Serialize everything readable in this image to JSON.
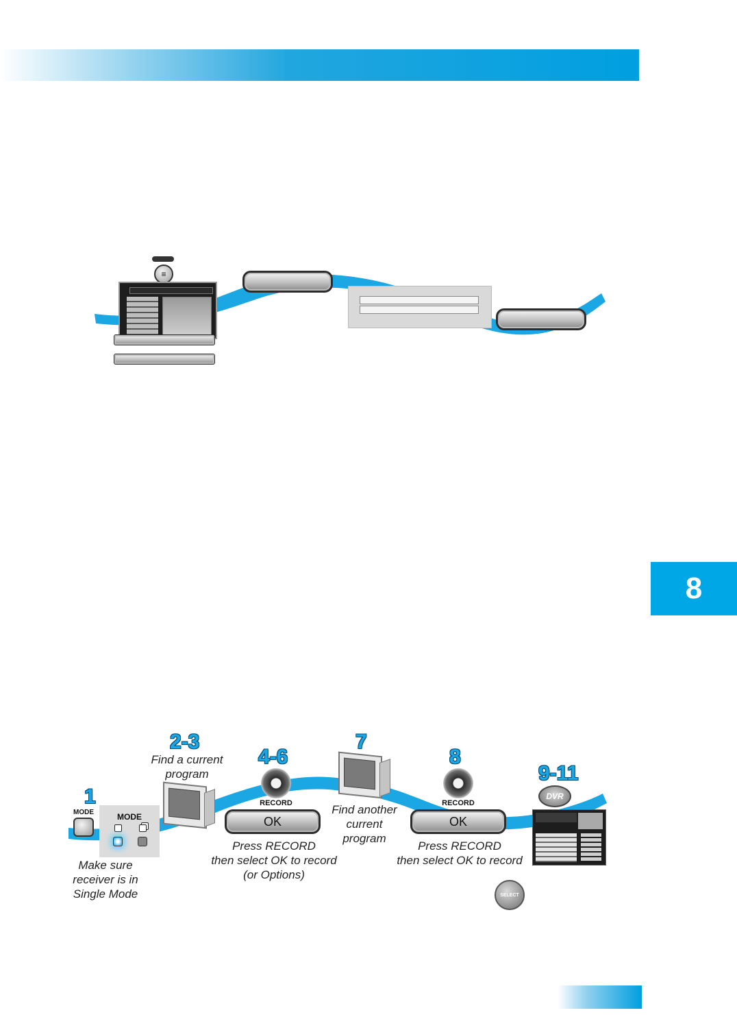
{
  "header": {
    "chapter_number": "8"
  },
  "colors": {
    "accent": "#009fe0",
    "ribbon": "#19a8e6",
    "step_number": "#19a8e6"
  },
  "diagram": {
    "steps": [
      {
        "number": "1",
        "button": "MODE",
        "panel_label": "MODE",
        "caption": [
          "Make sure",
          "receiver is in",
          "Single Mode"
        ]
      },
      {
        "number": "2-3",
        "caption": [
          "Find a current",
          "program"
        ]
      },
      {
        "number": "4-6",
        "button": "RECORD",
        "dialog_button": "OK",
        "caption": [
          "Press RECORD",
          "then select OK to record",
          "(or Options)"
        ]
      },
      {
        "number": "7",
        "caption": [
          "Find another",
          "current",
          "program"
        ]
      },
      {
        "number": "8",
        "button": "RECORD",
        "dialog_button": "OK",
        "caption": [
          "Press RECORD",
          "then select OK to record"
        ]
      },
      {
        "number": "9-11",
        "button": "DVR"
      }
    ],
    "select_button": "SELECT"
  },
  "icons": [
    "menu-icon",
    "tv-icon",
    "record-button-icon",
    "dvr-button-icon",
    "select-button-icon",
    "mode-button-icon",
    "single-mode-icon",
    "dual-mode-icon"
  ]
}
